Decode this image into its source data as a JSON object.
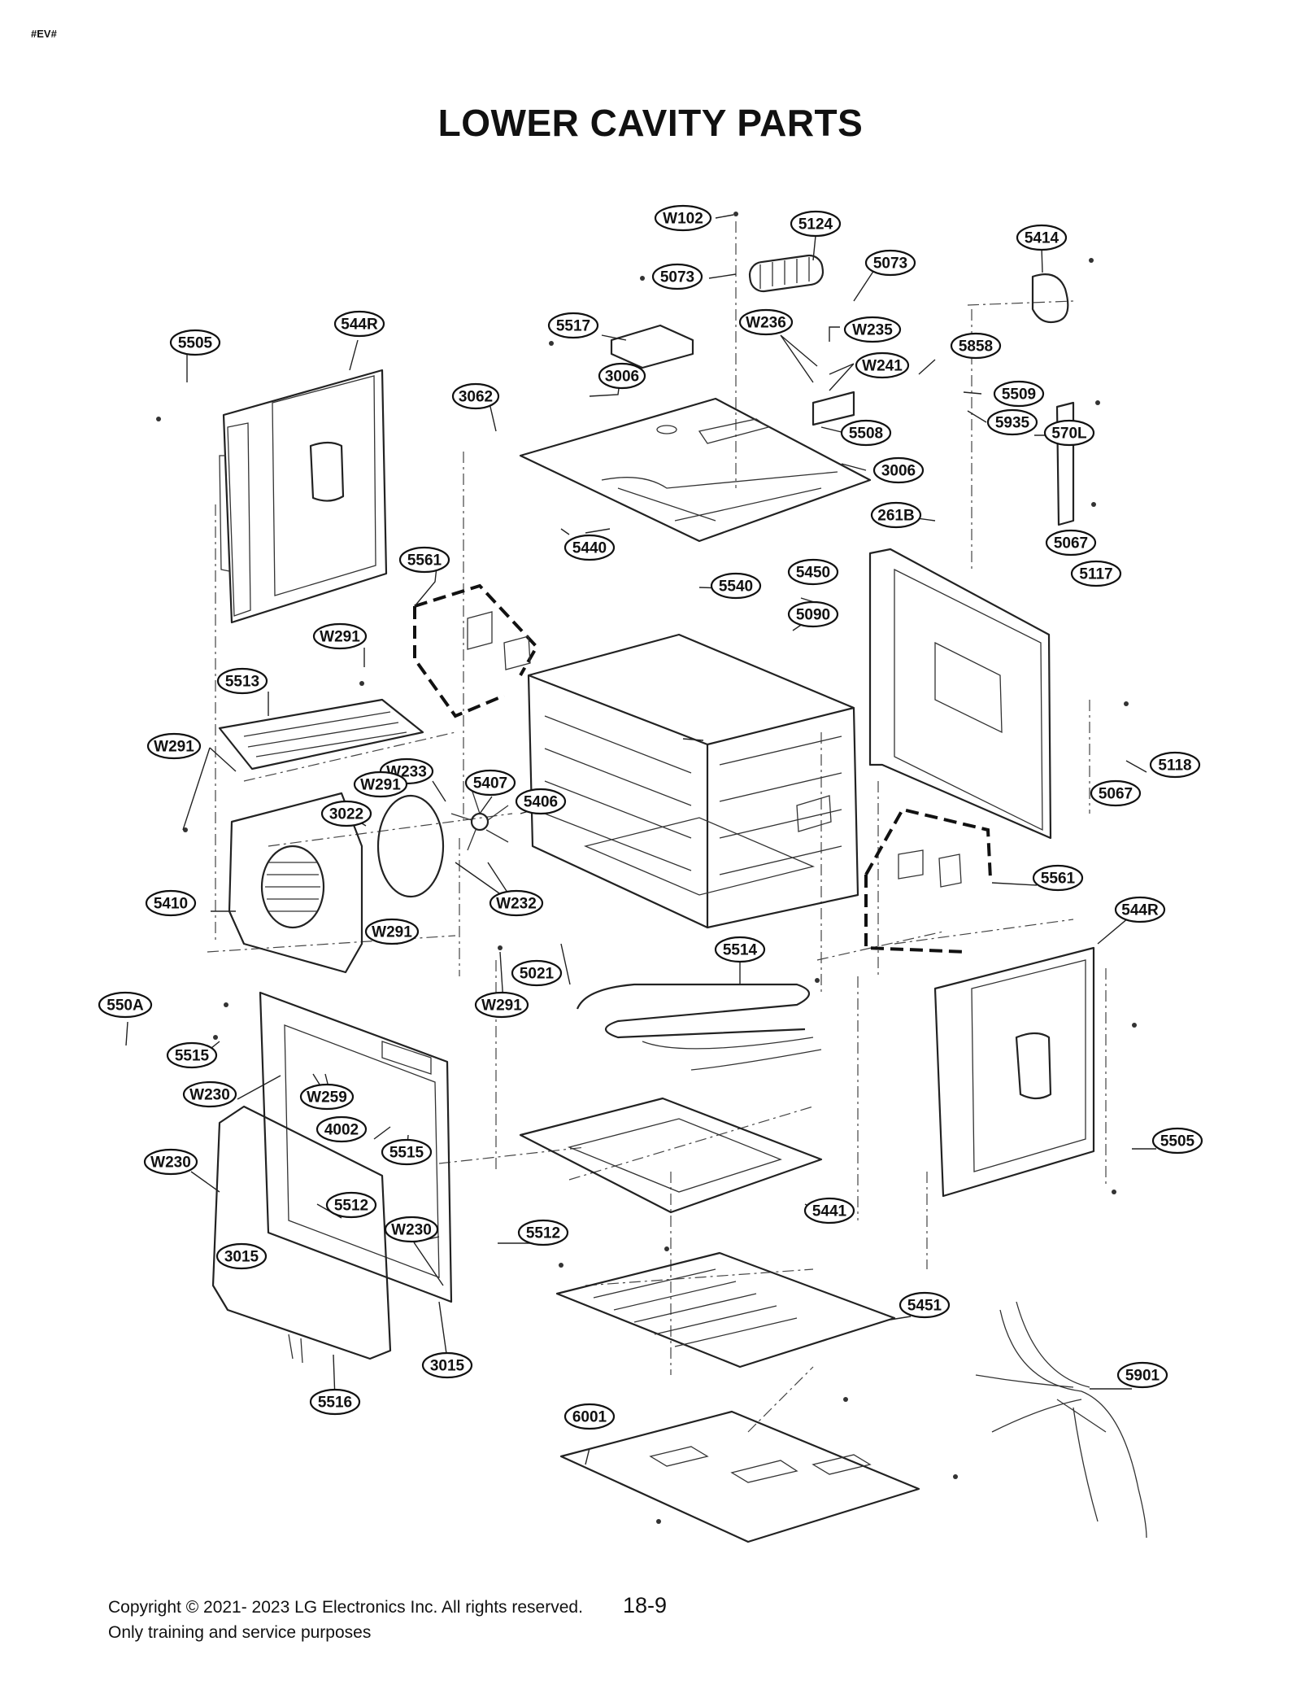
{
  "header": {
    "tag": "#EV#",
    "title": "LOWER CAVITY PARTS"
  },
  "footer": {
    "copyright": "Copyright © 2021- 2023 LG Electronics Inc. All rights reserved.",
    "purpose": "Only training and service purposes",
    "page_number": "18-9"
  },
  "callouts": [
    "W102",
    "5124",
    "5073",
    "5073",
    "5414",
    "5517",
    "W236",
    "W235",
    "544R",
    "5505",
    "3006",
    "5858",
    "W241",
    "3062",
    "5509",
    "5935",
    "5508",
    "570L",
    "3006",
    "5440",
    "261B",
    "5067",
    "5561",
    "5450",
    "5117",
    "5540",
    "5090",
    "W291",
    "5513",
    "W291",
    "5118",
    "5067",
    "W233",
    "W291",
    "5407",
    "5406",
    "3022",
    "5561",
    "544R",
    "5410",
    "W232",
    "W291",
    "5514",
    "5021",
    "W291",
    "550A",
    "5515",
    "W230",
    "W259",
    "4002",
    "5515",
    "5505",
    "W230",
    "5441",
    "5512",
    "W230",
    "5512",
    "3015",
    "5451",
    "3015",
    "5901",
    "6001",
    "5516"
  ]
}
